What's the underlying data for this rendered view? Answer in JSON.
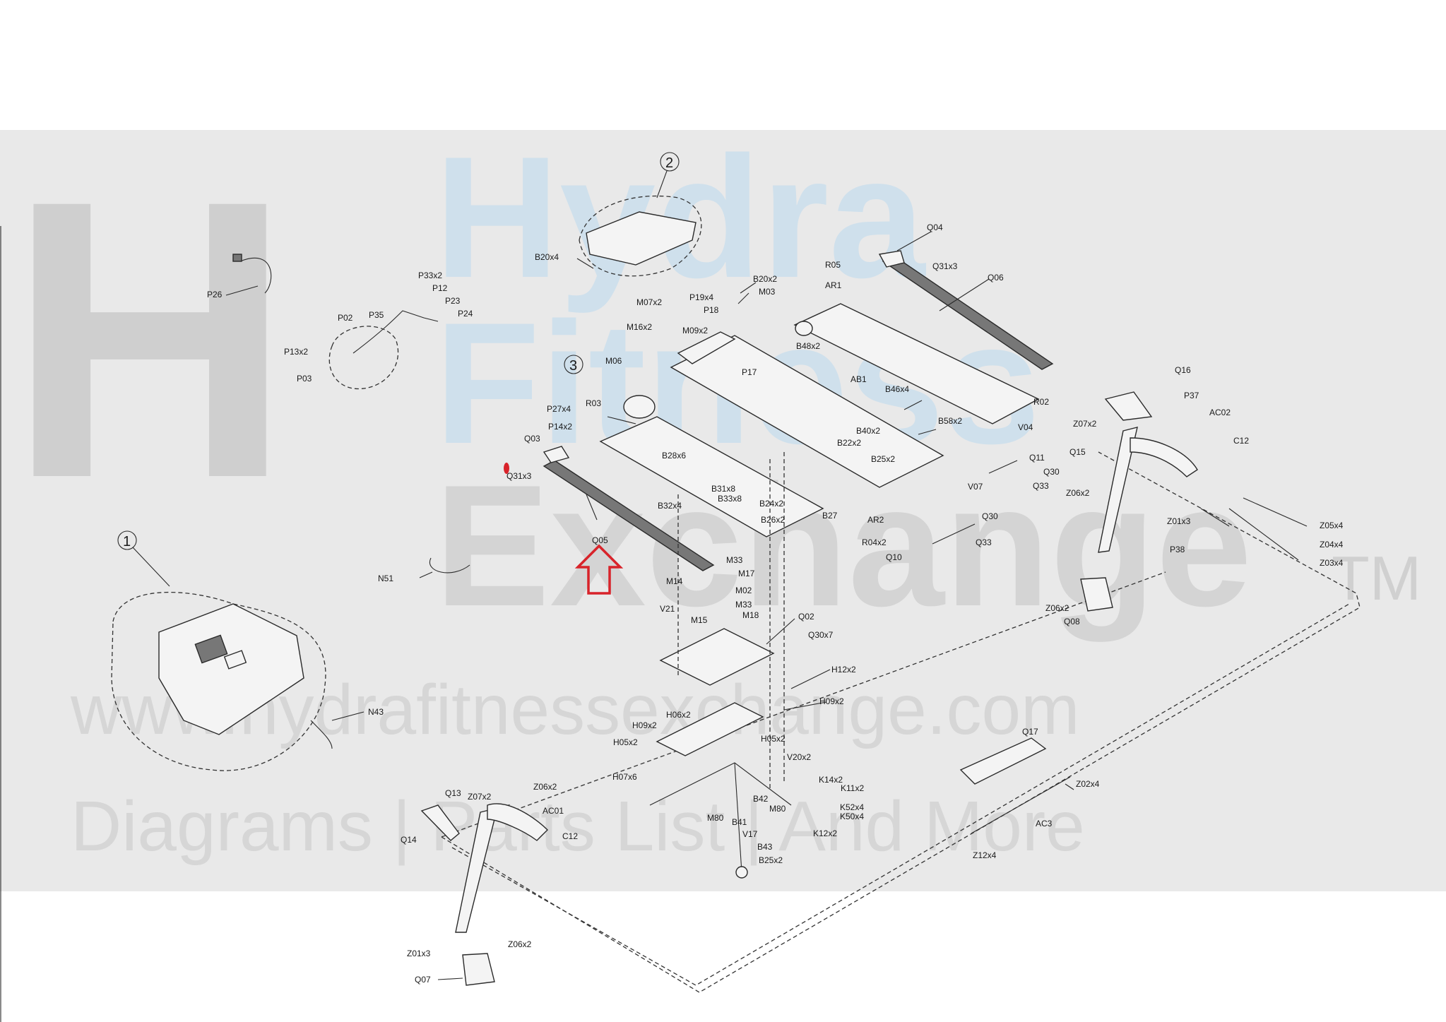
{
  "watermark": {
    "logo": "H",
    "word1": "Hydra",
    "word2": "Fitness",
    "word3": "Exchange",
    "tm": "TM",
    "url": "www.hydrafitnessexchange.com",
    "tagline": "Diagrams | Parts List | And More"
  },
  "colors": {
    "band": "#e9e9e9",
    "arrow": "#d8232a",
    "ink": "#2a2a2a"
  },
  "callouts": [
    "1",
    "2",
    "3"
  ],
  "labels": {
    "P26": "P26",
    "P33x2": "P33x2",
    "P12": "P12",
    "P23": "P23",
    "P24": "P24",
    "P35": "P35",
    "P02": "P02",
    "P13x2": "P13x2",
    "P03": "P03",
    "B20x4": "B20x4",
    "Q04": "Q04",
    "Q31x3_top": "Q31x3",
    "Q06": "Q06",
    "R05": "R05",
    "AR1": "AR1",
    "B20x2": "B20x2",
    "M03": "M03",
    "P19x4": "P19x4",
    "P18": "P18",
    "M07x2": "M07x2",
    "M16x2": "M16x2",
    "M09x2": "M09x2",
    "B48x2": "B48x2",
    "P17": "P17",
    "M06": "M06",
    "R03": "R03",
    "P27x4": "P27x4",
    "P14x2": "P14x2",
    "Q03": "Q03",
    "Q31x3_left": "Q31x3",
    "B28x6": "B28x6",
    "AB1": "AB1",
    "B46x4": "B46x4",
    "R02": "R02",
    "B58x2": "B58x2",
    "B40x2": "B40x2",
    "B22x2": "B22x2",
    "B25x2_top": "B25x2",
    "V04": "V04",
    "Q11": "Q11",
    "Q30_a": "Q30",
    "Q33_a": "Q33",
    "V07": "V07",
    "AR2": "AR2",
    "Q30_b": "Q30",
    "R04x2": "R04x2",
    "Q10": "Q10",
    "Q33_b": "Q33",
    "B31x8": "B31x8",
    "B33x8": "B33x8",
    "B32x4": "B32x4",
    "B24x2": "B24x2",
    "B26x2": "B26x2",
    "B27": "B27",
    "Q05": "Q05",
    "N51": "N51",
    "M33_a": "M33",
    "M17": "M17",
    "M14": "M14",
    "M02": "M02",
    "M33_b": "M33",
    "M18": "M18",
    "M15": "M15",
    "V21": "V21",
    "Q02": "Q02",
    "Q30x7": "Q30x7",
    "H12x2": "H12x2",
    "H09x2_r": "H09x2",
    "H09x2_l": "H09x2",
    "H06x2": "H06x2",
    "H05x2_l": "H05x2",
    "H05x2_r": "H05x2",
    "V20x2": "V20x2",
    "H07x6": "H07x6",
    "K14x2": "K14x2",
    "K11x2": "K11x2",
    "B42": "B42",
    "M80_a": "M80",
    "M80_b": "M80",
    "B41": "B41",
    "V17": "V17",
    "K52x4": "K52x4",
    "K50x4": "K50x4",
    "K12x2": "K12x2",
    "B43": "B43",
    "B25x2_bot": "B25x2",
    "N43": "N43",
    "Q13": "Q13",
    "Z07x2_l": "Z07x2",
    "Z06x2_l": "Z06x2",
    "AC01": "AC01",
    "C12_l": "C12",
    "Q14": "Q14",
    "Z01x3_l": "Z01x3",
    "Z06x2_b": "Z06x2",
    "Q07": "Q07",
    "Q16": "Q16",
    "P37": "P37",
    "Z07x2_r": "Z07x2",
    "AC02": "AC02",
    "Q15": "Q15",
    "C12_r": "C12",
    "Z06x2_r": "Z06x2",
    "Z01x3_r": "Z01x3",
    "Z05x4": "Z05x4",
    "Z04x4": "Z04x4",
    "Z03x4": "Z03x4",
    "P38": "P38",
    "Z06x2_r2": "Z06x2",
    "Q08": "Q08",
    "Q17": "Q17",
    "Z02x4": "Z02x4",
    "AC3": "AC3",
    "Z12x4": "Z12x4"
  }
}
